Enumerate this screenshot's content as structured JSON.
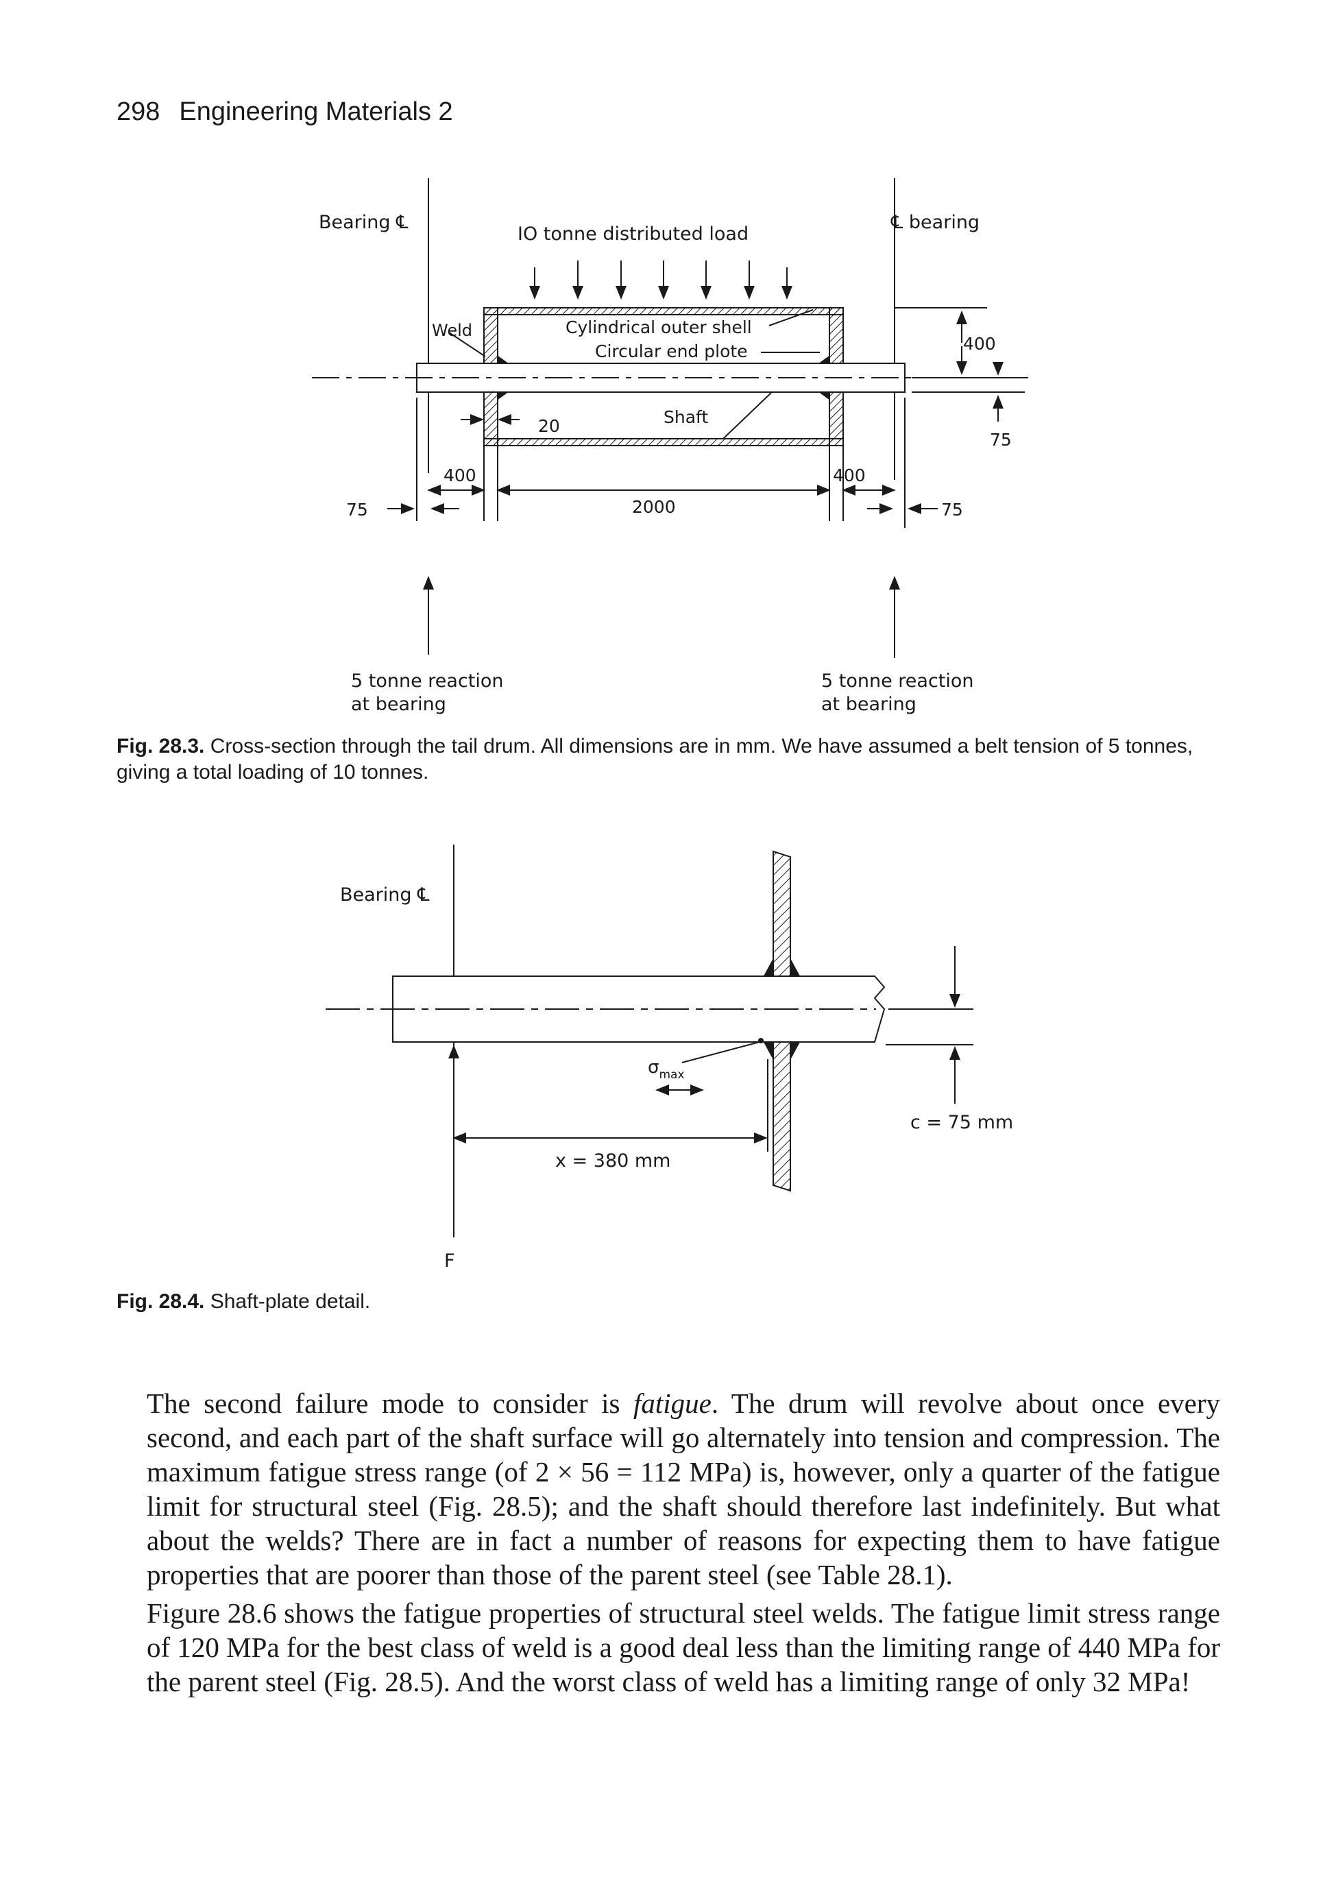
{
  "header": {
    "page_number": "298",
    "running_title": "Engineering Materials 2"
  },
  "fig3": {
    "label_bearing_left": "Bearing ℄",
    "label_bearing_right": "℄ bearing",
    "label_load": "IO tonne distributed load",
    "label_weld": "Weld",
    "label_shell": "Cylindrical outer shell",
    "label_endplate": "Circular end plote",
    "label_shaft": "Shaft",
    "dim_20": "20",
    "dim_400_left": "400",
    "dim_400_right": "400",
    "dim_2000": "2000",
    "dim_75_left": "75",
    "dim_75_right": "75",
    "dim_400_side": "400",
    "dim_75_side": "75",
    "reaction_left_1": "5 tonne reaction",
    "reaction_left_2": "at bearing",
    "reaction_right_1": "5 tonne reaction",
    "reaction_right_2": "at bearing",
    "caption_label": "Fig. 28.3.",
    "caption_text": "Cross-section through the tail drum. All dimensions are in mm. We have assumed a belt tension of 5 tonnes, giving a total loading of 10 tonnes."
  },
  "fig4": {
    "label_bearing": "Bearing ℄",
    "sigma": "σ",
    "sigma_sub": "max",
    "dim_x": "x = 380 mm",
    "dim_c": "c = 75 mm",
    "label_F": "F",
    "caption_label": "Fig. 28.4.",
    "caption_text": "Shaft-plate detail."
  },
  "body": {
    "p1_a": "The second failure mode to consider is ",
    "p1_em": "fatigue",
    "p1_b": ". The drum will revolve about once every second, and each part of the shaft surface will go alternately into tension and compression. The maximum fatigue stress range (of 2 × 56 = 112 MPa) is, however, only a quarter of the fatigue limit for structural steel (Fig. 28.5); and the shaft should therefore last indefinitely. But what about the welds? There are in fact a number of reasons for expecting them to have fatigue properties that are poorer than those of the parent steel (see Table 28.1).",
    "p2": "Figure 28.6 shows the fatigue properties of structural steel welds. The fatigue limit stress range of 120 MPa for the best class of weld is a good deal less than the limiting range of 440 MPa for the parent steel (Fig. 28.5). And the worst class of weld has a limiting range of only 32 MPa!"
  }
}
